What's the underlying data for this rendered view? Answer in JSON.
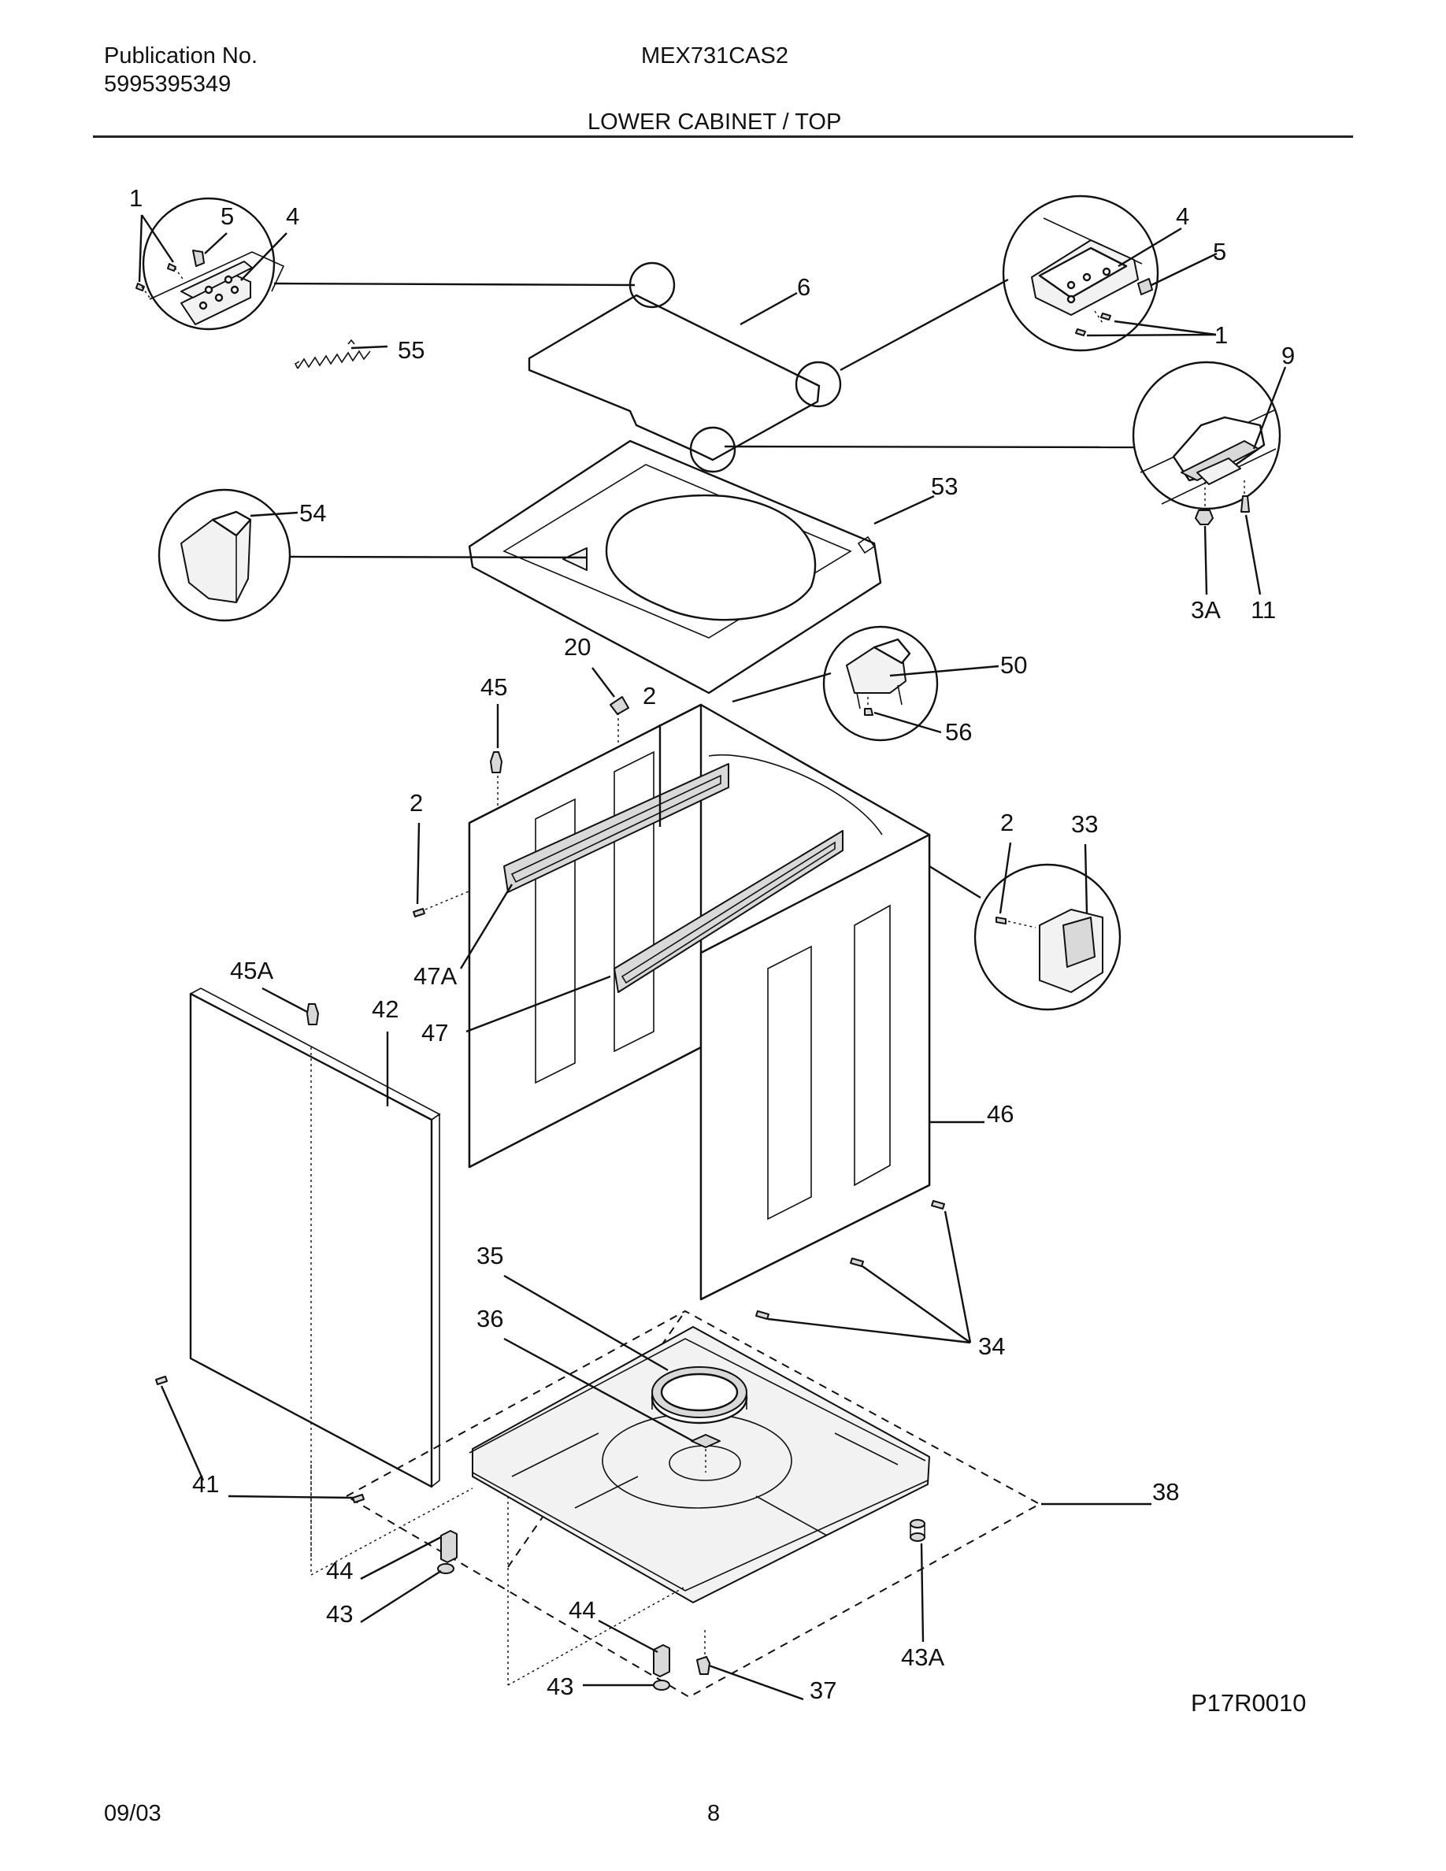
{
  "header": {
    "publication_label": "Publication No.",
    "publication_number": "5995395349",
    "model": "MEX731CAS2",
    "section_title": "LOWER CABINET / TOP"
  },
  "footer": {
    "date": "09/03",
    "page": "8",
    "figure_code": "P17R0010"
  },
  "callouts": {
    "c1a": "1",
    "c5a": "5",
    "c4a": "4",
    "c55": "55",
    "c6": "6",
    "c4b": "4",
    "c5b": "5",
    "c1b": "1",
    "c9": "9",
    "c53": "53",
    "c54": "54",
    "c3A": "3A",
    "c11": "11",
    "c20": "20",
    "c45": "45",
    "c2a": "2",
    "c50": "50",
    "c56": "56",
    "c2b": "2",
    "c2c": "2",
    "c33": "33",
    "c47A": "47A",
    "c47": "47",
    "c45A": "45A",
    "c42": "42",
    "c46": "46",
    "c35": "35",
    "c36": "36",
    "c34": "34",
    "c41": "41",
    "c38": "38",
    "c44a": "44",
    "c43a": "43",
    "c44b": "44",
    "c43b": "43",
    "c37": "37",
    "c43A": "43A"
  }
}
